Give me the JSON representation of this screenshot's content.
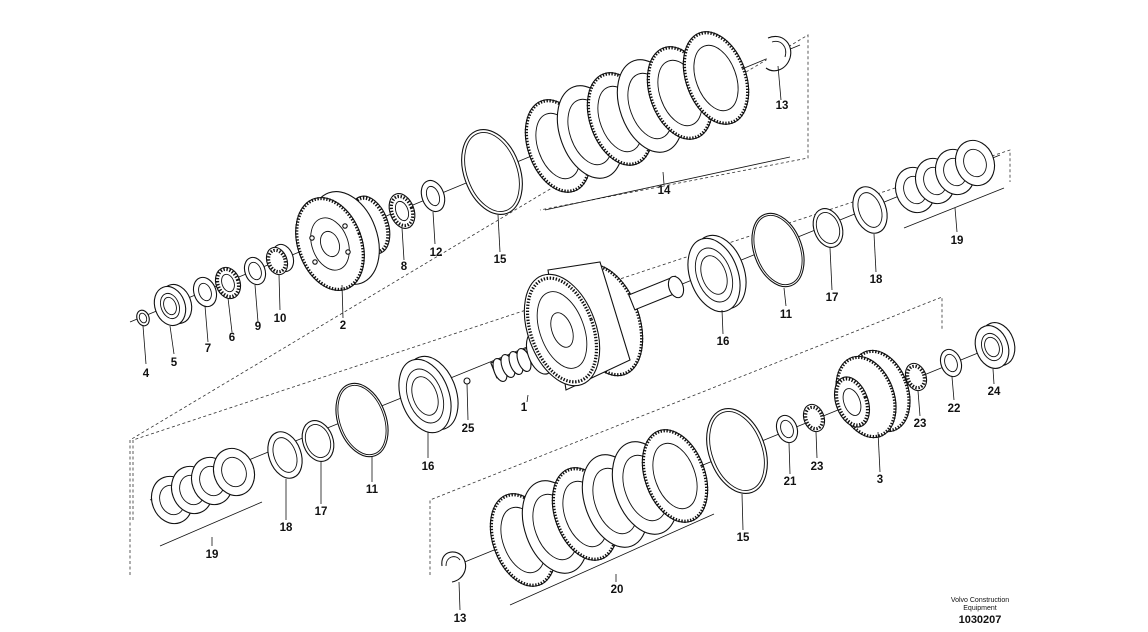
{
  "callouts": {
    "c1": "1",
    "c2": "2",
    "c3": "3",
    "c4": "4",
    "c5": "5",
    "c6": "6",
    "c7": "7",
    "c8": "8",
    "c9": "9",
    "c10": "10",
    "c11a": "11",
    "c11b": "11",
    "c12": "12",
    "c13a": "13",
    "c13b": "13",
    "c14": "14",
    "c15a": "15",
    "c15b": "15",
    "c16a": "16",
    "c16b": "16",
    "c17a": "17",
    "c17b": "17",
    "c18a": "18",
    "c18b": "18",
    "c19a": "19",
    "c19b": "19",
    "c20": "20",
    "c21": "21",
    "c22": "22",
    "c23a": "23",
    "c23b": "23",
    "c24": "24",
    "c25": "25"
  },
  "footer": {
    "brand_line1": "Volvo Construction",
    "brand_line2": "Equipment",
    "drawing_number": "1030207"
  }
}
